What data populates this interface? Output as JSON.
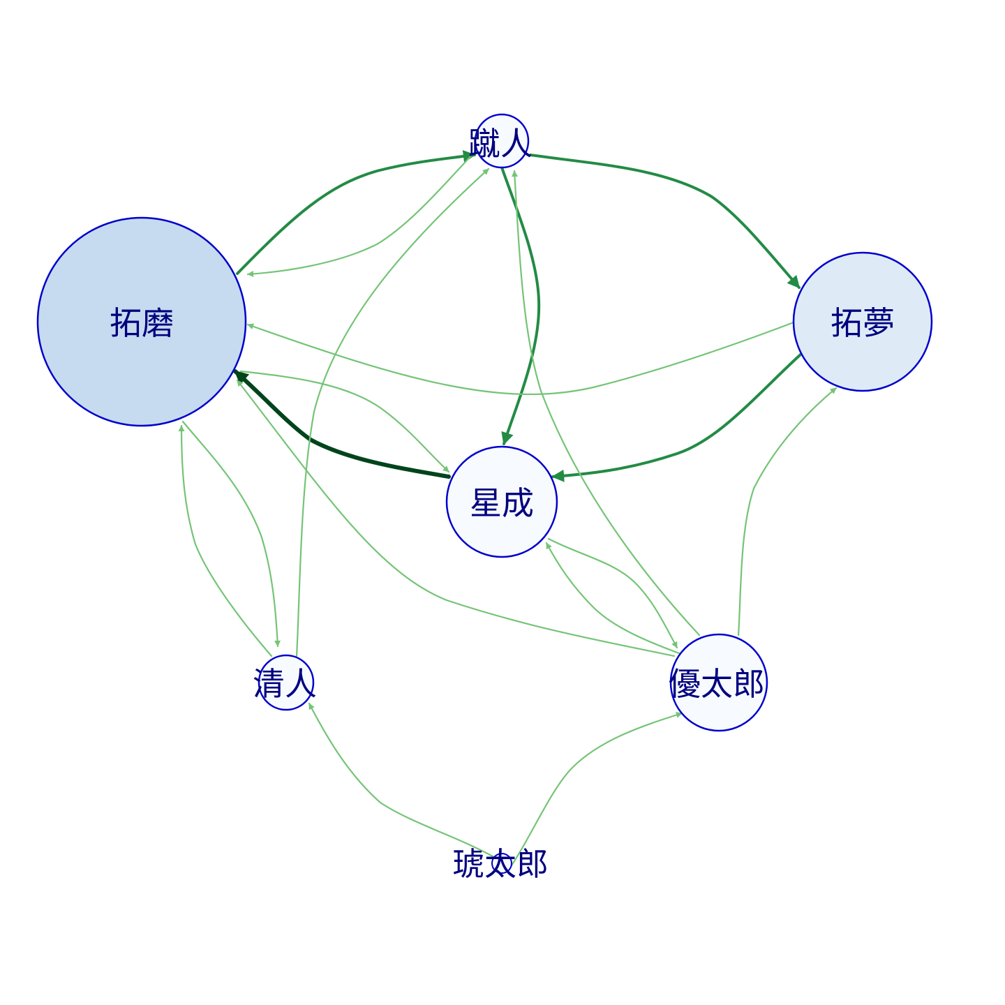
{
  "colors": {
    "node_stroke": "#0000cc",
    "label": "#00007f",
    "edge_light": "#74c476",
    "edge_medium": "#238b45",
    "edge_dark": "#00441b",
    "fill_large": "#c6dbef",
    "fill_mid": "#deebf7",
    "fill_small": "#f7fbff"
  },
  "nodes": [
    {
      "id": "takuma",
      "label": "拓磨",
      "fill": "fill_large"
    },
    {
      "id": "shuto",
      "label": "蹴人",
      "fill": "fill_small"
    },
    {
      "id": "takumu",
      "label": "拓夢",
      "fill": "fill_mid"
    },
    {
      "id": "seina",
      "label": "星成",
      "fill": "fill_small"
    },
    {
      "id": "kiyoto",
      "label": "清人",
      "fill": "fill_small"
    },
    {
      "id": "yutaro",
      "label": "優太郎",
      "fill": "fill_small"
    },
    {
      "id": "kotaro",
      "label": "琥太郎",
      "fill": "fill_small"
    }
  ],
  "edges": [
    {
      "from": "takuma",
      "to": "shuto",
      "weight": "medium"
    },
    {
      "from": "shuto",
      "to": "takuma",
      "weight": "light"
    },
    {
      "from": "shuto",
      "to": "takumu",
      "weight": "medium"
    },
    {
      "from": "shuto",
      "to": "seina",
      "weight": "medium"
    },
    {
      "from": "takumu",
      "to": "takuma",
      "weight": "light"
    },
    {
      "from": "takumu",
      "to": "seina",
      "weight": "medium"
    },
    {
      "from": "seina",
      "to": "takuma",
      "weight": "dark"
    },
    {
      "from": "takuma",
      "to": "seina",
      "weight": "light"
    },
    {
      "from": "takuma",
      "to": "kiyoto",
      "weight": "light"
    },
    {
      "from": "kiyoto",
      "to": "takuma",
      "weight": "light"
    },
    {
      "from": "kiyoto",
      "to": "shuto",
      "weight": "light"
    },
    {
      "from": "yutaro",
      "to": "takuma",
      "weight": "light"
    },
    {
      "from": "yutaro",
      "to": "shuto",
      "weight": "light"
    },
    {
      "from": "yutaro",
      "to": "takumu",
      "weight": "light"
    },
    {
      "from": "yutaro",
      "to": "seina",
      "weight": "light"
    },
    {
      "from": "seina",
      "to": "yutaro",
      "weight": "light"
    },
    {
      "from": "kotaro",
      "to": "kiyoto",
      "weight": "light"
    },
    {
      "from": "kotaro",
      "to": "yutaro",
      "weight": "light"
    }
  ]
}
